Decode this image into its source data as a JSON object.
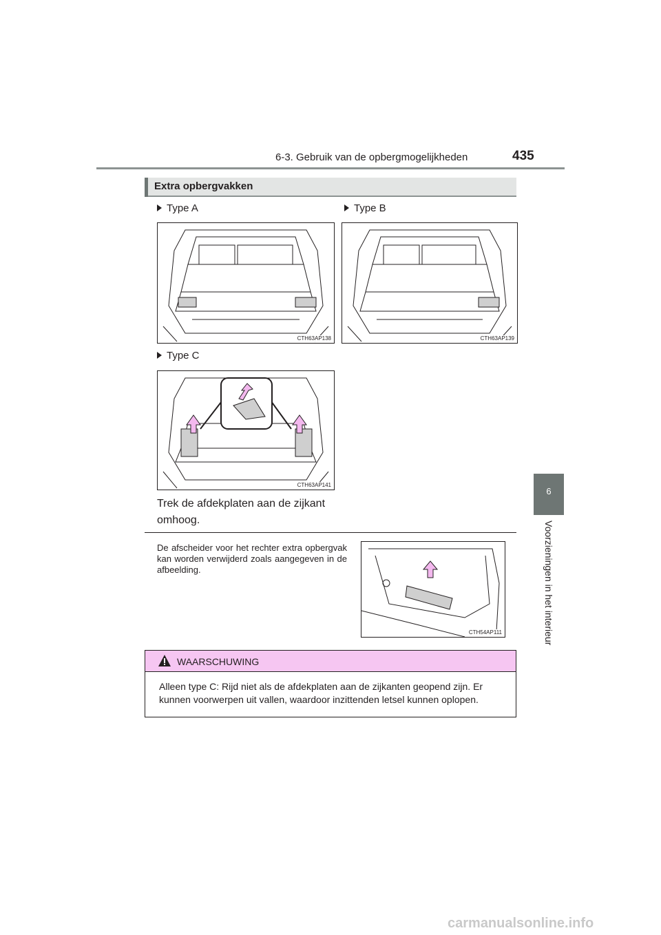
{
  "header": {
    "section": "6-3. Gebruik van de opbergmogelijkheden",
    "page_number": "435"
  },
  "chapter_tab": {
    "number": "6",
    "title": "Voorzieningen in het interieur"
  },
  "section": {
    "title": "Extra opbergvakken"
  },
  "figures": {
    "type_a": {
      "label": "Type A",
      "code": "CTH63AP138"
    },
    "type_b": {
      "label": "Type B",
      "code": "CTH63AP139"
    },
    "type_c": {
      "label": "Type C",
      "code": "CTH63AP141"
    },
    "separator": {
      "code": "CTH54AP111"
    }
  },
  "caption": "Trek de afdekplaten aan de zijkant omhoog.",
  "paragraph": "De afscheider voor het rechter extra opbergvak kan worden verwijderd zoals aangegeven in de afbeelding.",
  "warning": {
    "label": "WAARSCHUWING",
    "text": "Alleen type C: Rijd niet als de afdekplaten aan de zijkanten geopend zijn. Er kunnen voorwerpen uit vallen, waardoor inzittenden letsel kunnen oplopen."
  },
  "watermark": "carmanualsonline.info",
  "colors": {
    "warning_header": "#f6c6f2",
    "section_bar": "#e3e5e4",
    "tab": "#6e7674",
    "arrow": "#f3b8ee"
  }
}
